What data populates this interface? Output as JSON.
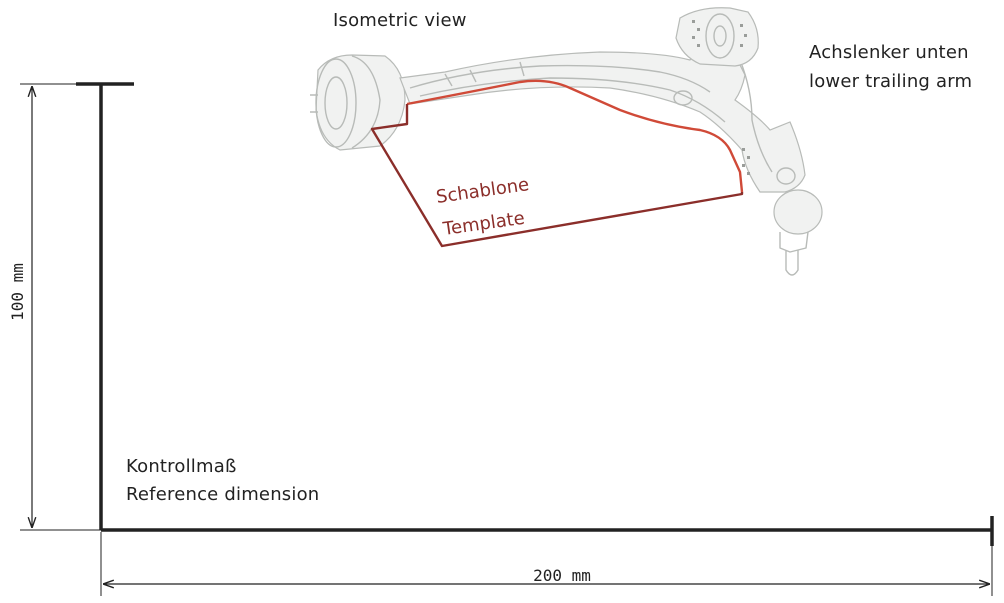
{
  "labels": {
    "isometric_view": "Isometric view",
    "part_name_de": "Achslenker unten",
    "part_name_en": "lower trailing arm",
    "template_de": "Schablone",
    "template_en": "Template",
    "reference_de": "Kontrollmaß",
    "reference_en": "Reference dimension"
  },
  "dimensions": {
    "vertical": {
      "value": 100,
      "unit": "mm",
      "label": "100 mm"
    },
    "horizontal": {
      "value": 200,
      "unit": "mm",
      "label": "200 mm"
    }
  },
  "colors": {
    "ink": "#222222",
    "template_outline": "#8b2e2a",
    "template_highlight": "#d04a38",
    "part_ghost": "#b8bbb8"
  }
}
